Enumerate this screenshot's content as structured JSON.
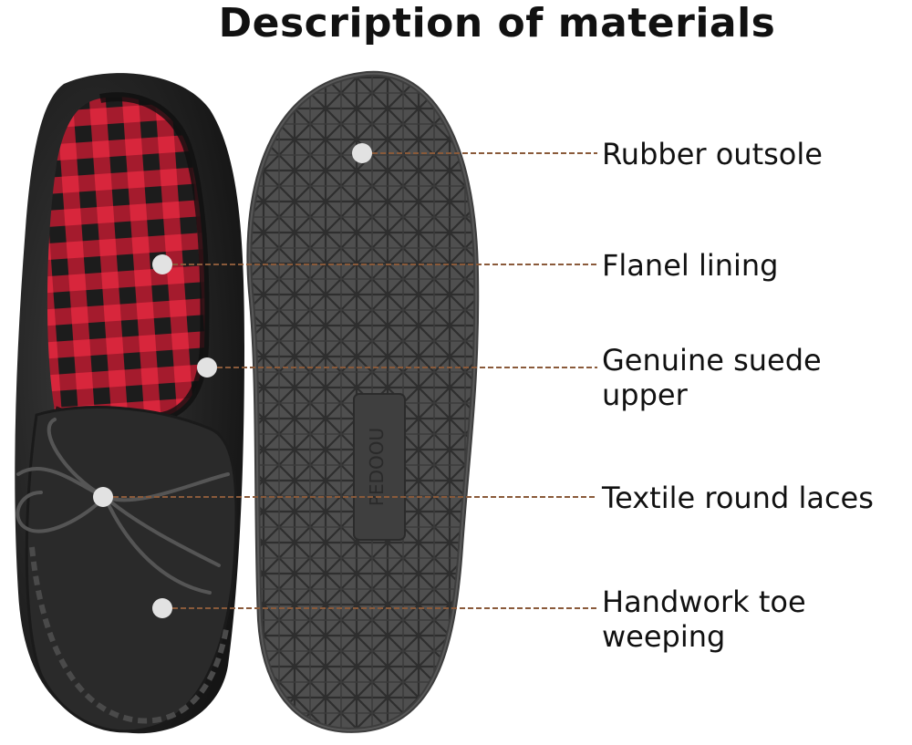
{
  "title": "Description of materials",
  "brand_text": "PEDOOU",
  "colors": {
    "leader_line": "#8a5a3a",
    "callout_dot": "#e2e2e2",
    "suede": "#242424",
    "sole": "#4f4f4f",
    "plaid_red": "#d8263c",
    "plaid_dark": "#1c1c1c"
  },
  "callouts": [
    {
      "line1": "Rubber outsole",
      "line2": ""
    },
    {
      "line1": "Flanel lining",
      "line2": ""
    },
    {
      "line1": "Genuine suede",
      "line2": "upper"
    },
    {
      "line1": "Textile round laces",
      "line2": ""
    },
    {
      "line1": "Handwork toe",
      "line2": "weeping"
    }
  ]
}
